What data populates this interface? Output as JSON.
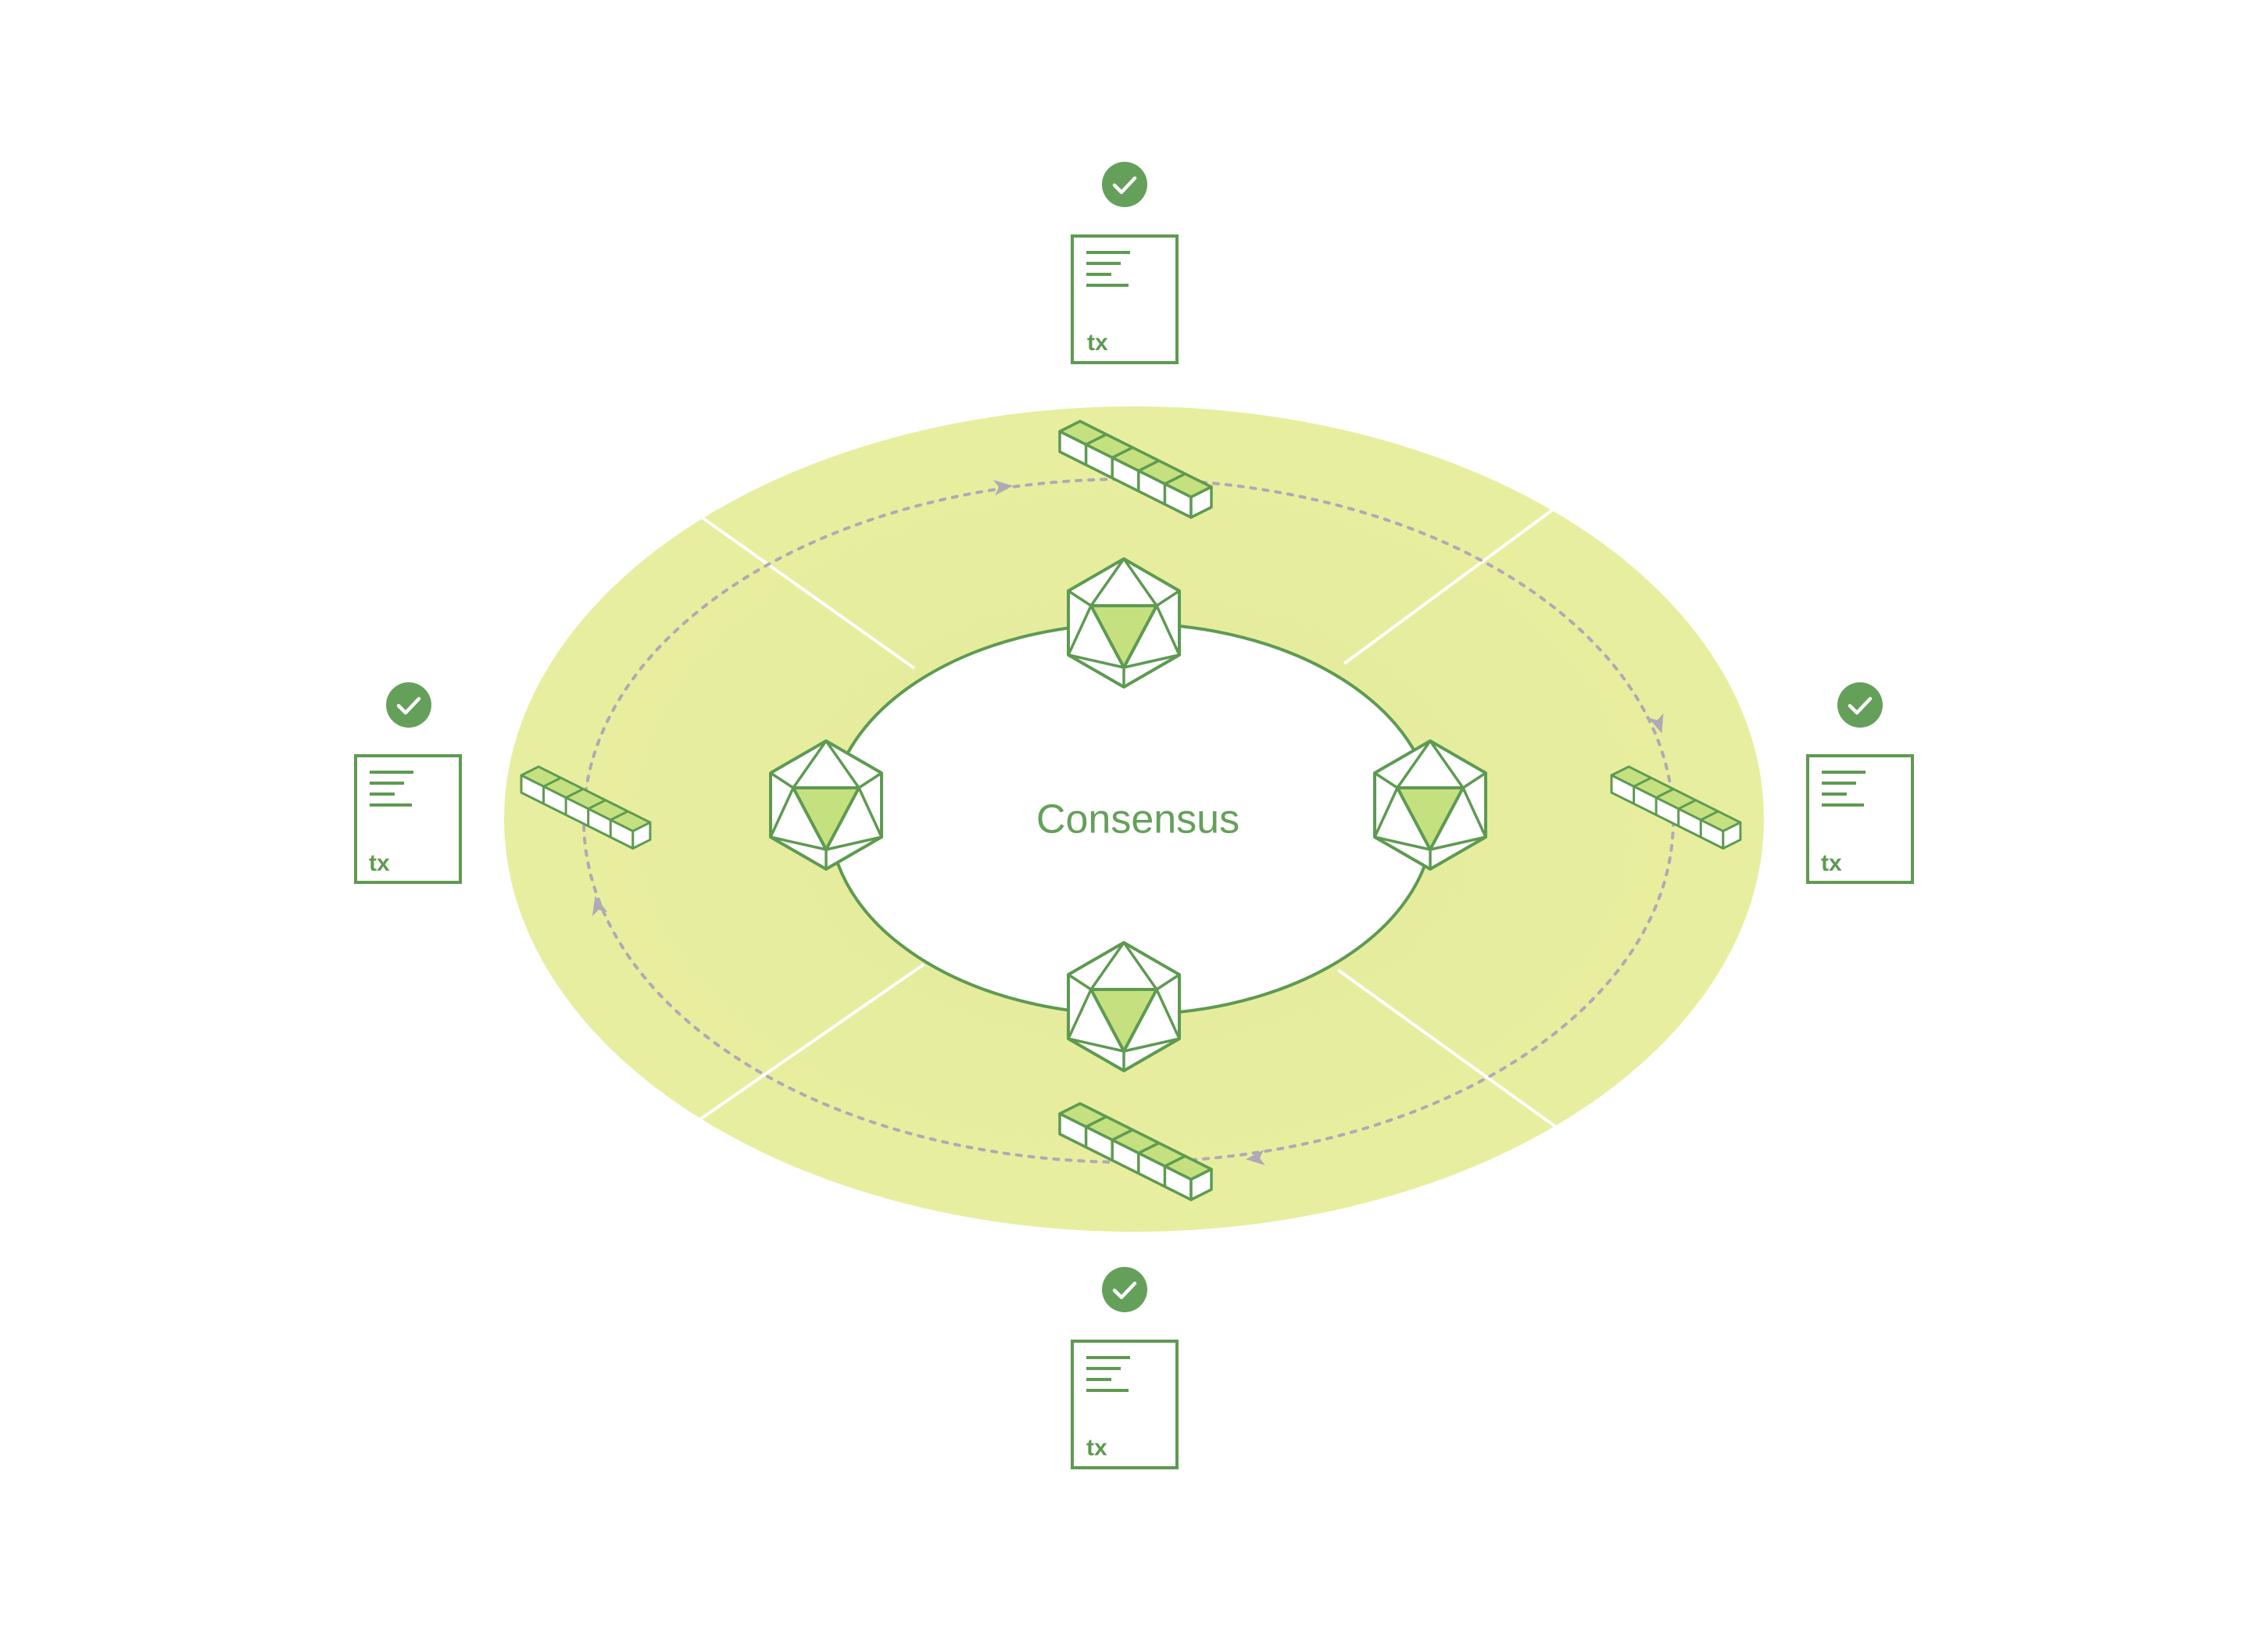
{
  "center_label": "Consensus",
  "documents": [
    {
      "label": "tx",
      "status": "check"
    },
    {
      "label": "tx",
      "status": "check"
    },
    {
      "label": "tx",
      "status": "check"
    },
    {
      "label": "tx",
      "status": "check"
    }
  ],
  "colors": {
    "ring": "#e8ee9f",
    "accent": "#65a05a",
    "stroke": "#5e9a52",
    "facet": "#c5e07e",
    "dash": "#aeaab6",
    "divider": "#ffffff"
  },
  "icons": [
    "check-icon",
    "document-icon",
    "block-chain-icon",
    "icosahedron-node-icon",
    "arrow-icon"
  ]
}
